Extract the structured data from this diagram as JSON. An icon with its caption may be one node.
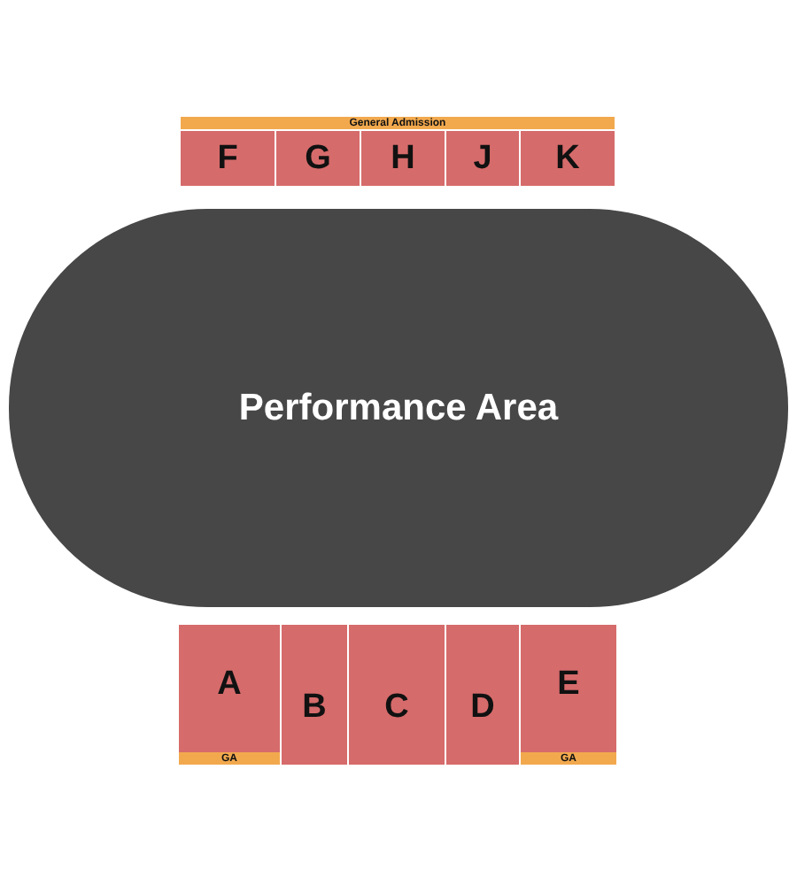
{
  "diagram": {
    "nodes": [
      {
        "text": [
          "General Admission"
        ]
      },
      {
        "text": [
          "F"
        ]
      },
      {
        "text": [
          "G"
        ]
      },
      {
        "text": [
          "H"
        ]
      },
      {
        "text": [
          "J"
        ]
      },
      {
        "text": [
          "K"
        ]
      },
      {
        "text": [
          "Performance Area"
        ]
      },
      {
        "text": [
          "A"
        ]
      },
      {
        "text": [
          "B"
        ]
      },
      {
        "text": [
          "C"
        ]
      },
      {
        "text": [
          "D"
        ]
      },
      {
        "text": [
          "E"
        ]
      },
      {
        "text": [
          "GA"
        ]
      },
      {
        "text": [
          "GA"
        ]
      }
    ]
  }
}
